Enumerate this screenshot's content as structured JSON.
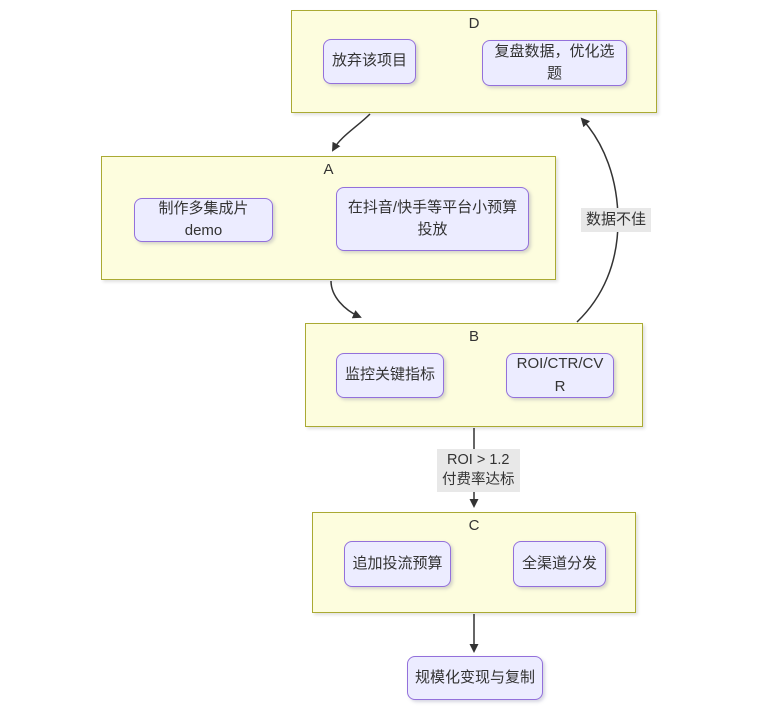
{
  "diagram": {
    "type": "flowchart",
    "background": "#ffffff",
    "colors": {
      "subgraph_fill": "#fdfdde",
      "subgraph_border": "#aaaa33",
      "node_fill": "#ececff",
      "node_border": "#9370db",
      "edge_color": "#333333",
      "edge_label_bg": "#e8e8e8",
      "text_color": "#333333"
    },
    "groups": [
      {
        "label": "D",
        "nodes": [
          {
            "label": "放弃该项目"
          },
          {
            "label": "复盘数据，优化选题"
          }
        ]
      },
      {
        "label": "A",
        "nodes": [
          {
            "label": "制作多集成片demo"
          },
          {
            "label": "在抖音/快手等平台小预算投放"
          }
        ]
      },
      {
        "label": "B",
        "nodes": [
          {
            "label": "监控关键指标"
          },
          {
            "label": "ROI/CTR/CVR"
          }
        ]
      },
      {
        "label": "C",
        "nodes": [
          {
            "label": "追加投流预算"
          },
          {
            "label": "全渠道分发"
          }
        ]
      }
    ],
    "end_node": {
      "label": "规模化变现与复制"
    },
    "edge_labels": {
      "data_bad": "数据不佳",
      "roi_line1": "ROI > 1.2",
      "roi_line2": "付费率达标"
    },
    "edges": [
      {
        "from": "放弃该项目",
        "to": "复盘数据，优化选题",
        "label": ""
      },
      {
        "from": "D",
        "to": "A",
        "label": ""
      },
      {
        "from": "制作多集成片demo",
        "to": "在抖音/快手等平台小预算投放",
        "label": ""
      },
      {
        "from": "A",
        "to": "B",
        "label": ""
      },
      {
        "from": "监控关键指标",
        "to": "ROI/CTR/CVR",
        "label": ""
      },
      {
        "from": "B",
        "to": "D",
        "label": "数据不佳"
      },
      {
        "from": "B",
        "to": "C",
        "label": "ROI > 1.2 付费率达标"
      },
      {
        "from": "追加投流预算",
        "to": "全渠道分发",
        "label": ""
      },
      {
        "from": "C",
        "to": "规模化变现与复制",
        "label": ""
      }
    ]
  }
}
